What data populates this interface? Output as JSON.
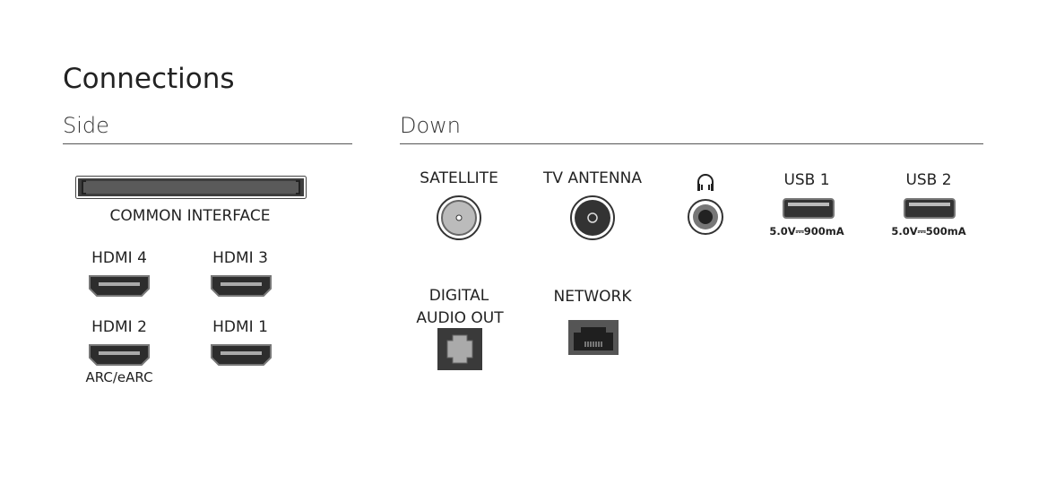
{
  "title": "Connections",
  "side": {
    "heading": "Side",
    "common_interface": "COMMON INTERFACE",
    "hdmi": [
      {
        "label": "HDMI 4"
      },
      {
        "label": "HDMI 3"
      },
      {
        "label": "HDMI 2",
        "note": "ARC/eARC"
      },
      {
        "label": "HDMI 1"
      }
    ]
  },
  "down": {
    "heading": "Down",
    "satellite": "SATELLITE",
    "antenna": "TV ANTENNA",
    "headphone_icon": "headphones-icon",
    "usb1": {
      "label": "USB 1",
      "spec": "5.0V⎓900mA"
    },
    "usb2": {
      "label": "USB 2",
      "spec": "5.0V⎓500mA"
    },
    "digital_audio": {
      "line1": "DIGITAL",
      "line2": "AUDIO OUT"
    },
    "network": "NETWORK"
  }
}
